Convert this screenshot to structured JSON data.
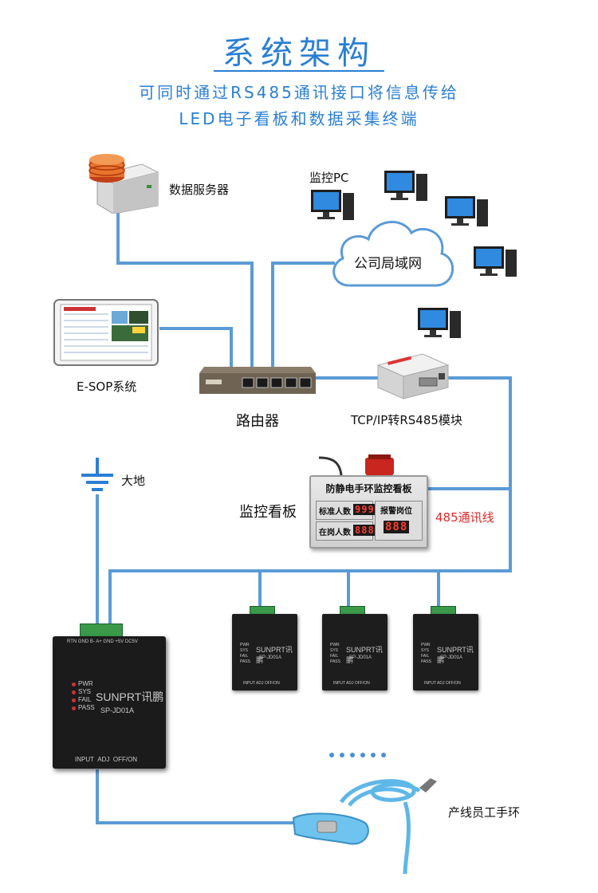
{
  "header": {
    "title": "系统架构",
    "subtitle_line1": "可同时通过RS485通讯接口将信息传给",
    "subtitle_line2": "LED电子看板和数据采集终端"
  },
  "nodes": {
    "server": "数据服务器",
    "monitor_pc": "监控PC",
    "lan": "公司局域网",
    "esop": "E-SOP系统",
    "router": "路由器",
    "converter": "TCP/IP转RS485模块",
    "ground": "大地",
    "board": "监控看板",
    "rs485_line": "485通讯线",
    "wristband": "产线员工手环"
  },
  "board": {
    "title": "防静电手环监控看板",
    "row1_label": "标准人数",
    "row1_value": "999",
    "row2_label": "在岗人数",
    "row2_value": "888",
    "alarm_label": "报警岗位",
    "alarm_value": "888"
  },
  "device": {
    "brand": "SUNPRT讯鹏",
    "model": "SP-JD01A",
    "leds": [
      "PWR",
      "SYS",
      "FAIL",
      "PASS"
    ],
    "ports": [
      "INPUT",
      "ADJ",
      "OFF/ON"
    ],
    "terminal": "RTN GND B- A+ GND +5V  DC5V"
  },
  "colors": {
    "accent": "#2a7fd4",
    "wire": "#5b9bd5",
    "alert_text": "#e02828"
  }
}
